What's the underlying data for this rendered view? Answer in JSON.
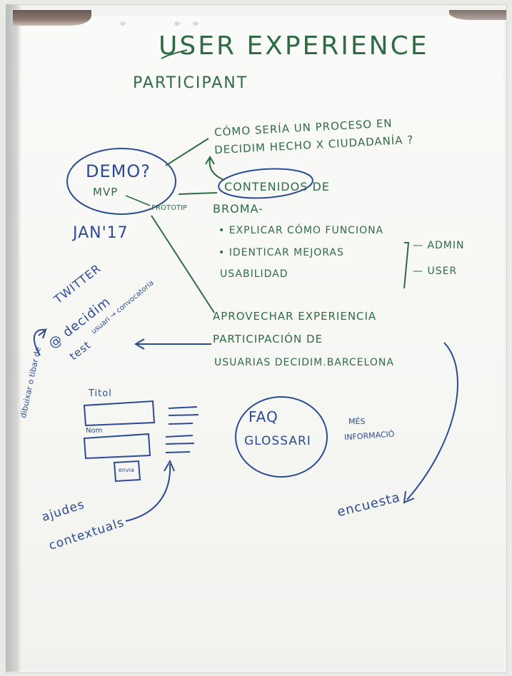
{
  "title": "USER EXPERIENCE",
  "subtitle": "PARTICIPANT",
  "demo": {
    "label": "DEMO?",
    "mvp": "MVP",
    "prototip": "PROTOTIP",
    "date": "JAN'17"
  },
  "question": {
    "line1": "CÓMO SERÍA UN PROCESO EN",
    "line2": "DECIDIM HECHO X CIUDADANÍA ?"
  },
  "contents": {
    "line1": "CONTENIDOS DE",
    "line2": "BROMA-",
    "bullet1": "• EXPLICAR CÓMO FUNCIONA",
    "bullet2": "• IDENTICAR MEJORAS",
    "bullet2b": "USABILIDAD",
    "role_admin": "— ADMIN",
    "role_user": "— USER"
  },
  "leverage": {
    "line1": "APROVECHAR EXPERIENCIA",
    "line2": "PARTICIPACIÓN DE",
    "line3": "USUARIAS DECIDIM.BARCELONA"
  },
  "twitter": {
    "line1": "TWITTER",
    "line2": "@ decidim",
    "line3": "test",
    "note": "usuari → convocatoria"
  },
  "sketch": {
    "side_note": "dibuixar o tibar de",
    "field1_label": "Titol",
    "field2_label": "Nom",
    "button_label": "envia"
  },
  "faq": {
    "line1": "FAQ",
    "line2": "GLOSSARI",
    "note1": "MÉS",
    "note2": "INFORMACIÓ"
  },
  "help": {
    "line1": "ajudes",
    "line2": "contextuals"
  },
  "survey": "encuesta",
  "colors": {
    "green_ink": "#2f6b45",
    "blue_ink": "#2d4b93",
    "paper": "#f6f6f3"
  }
}
